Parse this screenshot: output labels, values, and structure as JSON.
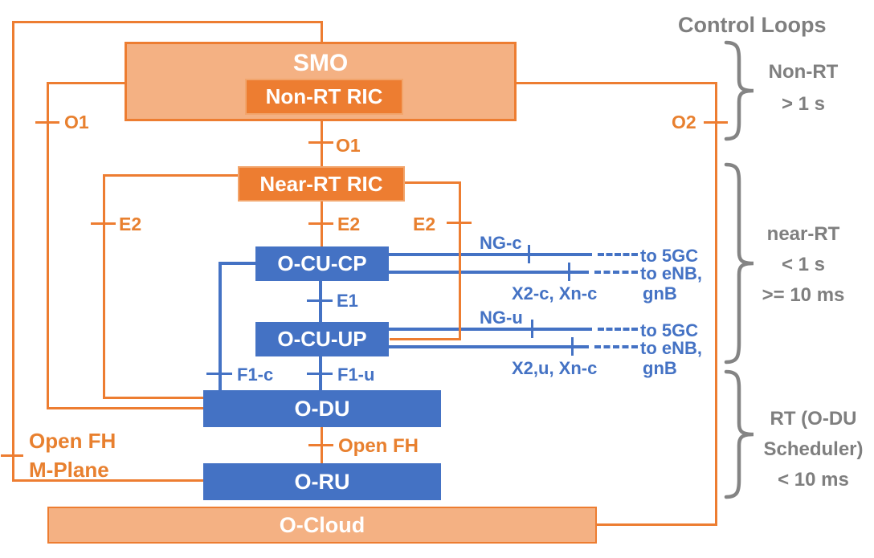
{
  "header": {
    "control_loops_title": "Control Loops"
  },
  "nodes": {
    "smo": "SMO",
    "non_rt_ric": "Non-RT RIC",
    "near_rt_ric": "Near-RT RIC",
    "o_cu_cp": "O-CU-CP",
    "o_cu_up": "O-CU-UP",
    "o_du": "O-DU",
    "o_ru": "O-RU",
    "o_cloud": "O-Cloud"
  },
  "interfaces": {
    "o1_left": "O1",
    "o1_center": "O1",
    "o2": "O2",
    "e2_left": "E2",
    "e2_center": "E2",
    "e2_right": "E2",
    "e1": "E1",
    "f1_c": "F1-c",
    "f1_u": "F1-u",
    "open_fh": "Open FH",
    "open_fh_mplane_line1": "Open FH",
    "open_fh_mplane_line2": "M-Plane",
    "ng_c": "NG-c",
    "ng_u": "NG-u",
    "x2c_xnc": "X2-c, Xn-c",
    "x2u_xnc": "X2,u, Xn-c"
  },
  "external_links": {
    "to_5gc": "to 5GC",
    "to_enb": "to eNB,",
    "gnb": "gnB"
  },
  "control_loops": {
    "non_rt": {
      "name": "Non-RT",
      "timing": "> 1 s"
    },
    "near_rt": {
      "name": "near-RT",
      "timing1": "< 1 s",
      "timing2": ">= 10 ms"
    },
    "rt": {
      "name_line1": "RT (O-DU",
      "name_line2": "Scheduler)",
      "timing": "< 10 ms"
    }
  },
  "colors": {
    "orange": "#ED7D31",
    "orange_light": "#F4B183",
    "blue": "#4472C4",
    "gray": "#7F7F7F"
  }
}
